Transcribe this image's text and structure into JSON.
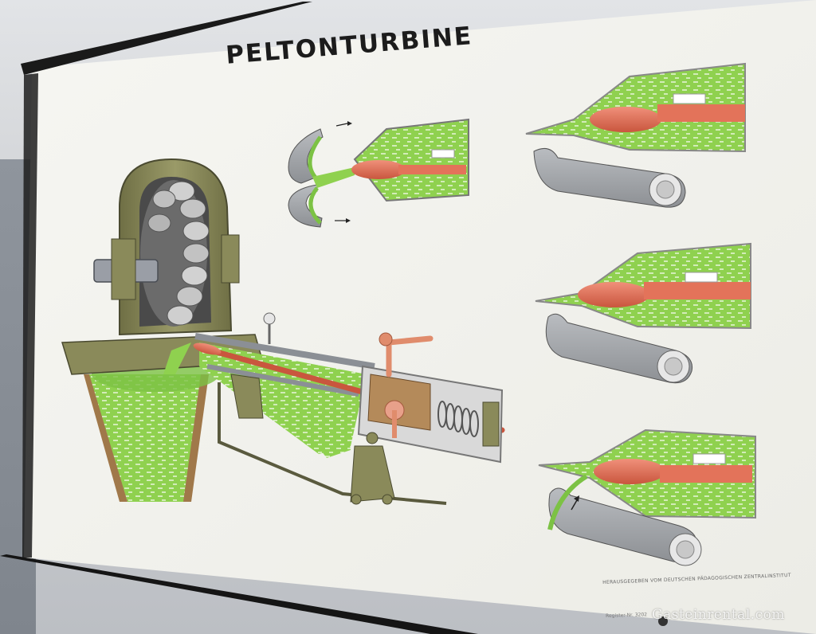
{
  "poster": {
    "title": "PELTONTURBINE",
    "publisher_line": "Herausgegeben vom Deutschen Pädagogischen Zentralinstitut",
    "register_number": "Register-Nr. 3202",
    "imprint_small": "",
    "imprint_small_2": ""
  },
  "watermark": {
    "text": "Gasteinrental.com"
  },
  "colors": {
    "water_green": "#8fd14f",
    "needle_red": "#e3735a",
    "casing_olive": "#8a8a5a",
    "bucket_grey": "#9ea1a5",
    "poster_paper": "#f3f3ef",
    "roller_black": "#1a1a1a"
  }
}
